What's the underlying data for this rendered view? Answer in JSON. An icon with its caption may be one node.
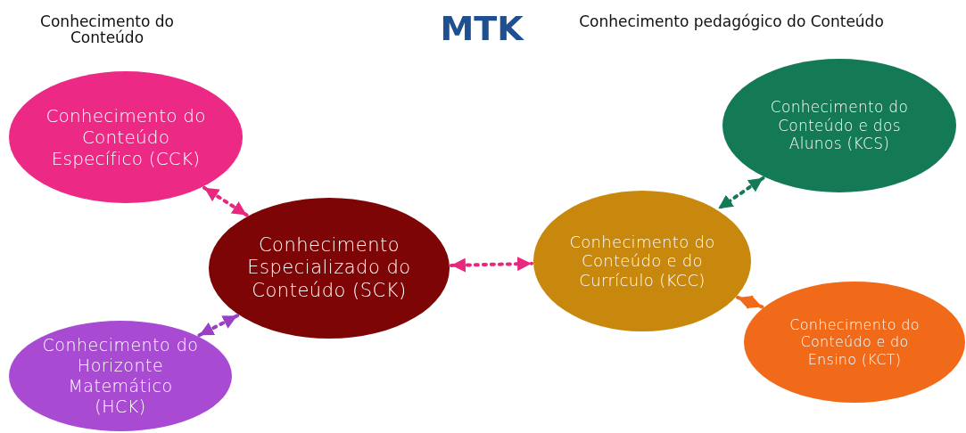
{
  "diagram": {
    "title": "MTK",
    "nodes": [
      {
        "text": [
          "Conhecimento do Conteúdo Específico (CCK)"
        ]
      },
      {
        "text": [
          "Conhecimento Especializado do Conteúdo (SCK)"
        ]
      },
      {
        "text": [
          "Conhecimento do Horizonte Matemático (HCK)"
        ]
      },
      {
        "text": [
          "Conhecimento do Conteúdo e do Currículo (KCC)"
        ]
      },
      {
        "text": [
          "Conhecimento do Conteúdo e dos Alunos (KCS)"
        ]
      },
      {
        "text": [
          "Conhecimento do Conteúdo e do Ensino (KCT)"
        ]
      }
    ],
    "edges": [
      {
        "from": 0,
        "to": 1,
        "arrow": "both",
        "style": "dashed",
        "color": "#e8277f"
      },
      {
        "from": 1,
        "to": 3,
        "arrow": "both",
        "style": "dashed",
        "color": "#e8277f"
      },
      {
        "from": 1,
        "to": 2,
        "arrow": "both",
        "style": "dashed",
        "color": "#9b3fc6"
      },
      {
        "from": 4,
        "to": 3,
        "arrow": "both",
        "style": "dashed",
        "color": "#137a55"
      },
      {
        "from": 3,
        "to": 5,
        "arrow": "both",
        "style": "dashed",
        "color": "#f06a1a"
      }
    ],
    "labels": [
      "Conhecimento do Conteúdo",
      "Conhecimento pedagógico do Conteúdo"
    ]
  }
}
